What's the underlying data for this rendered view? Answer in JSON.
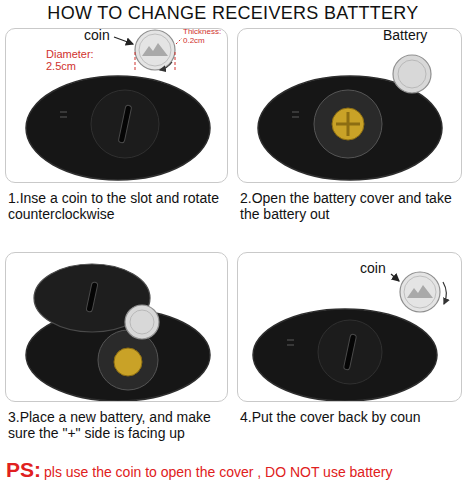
{
  "diagram": {
    "title": "HOW TO CHANGE RECEIVERS BATTTERY",
    "nodes": [
      {
        "text": [
          "1.Inse a coin to the slot and rotate counterclockwise"
        ]
      },
      {
        "text": [
          "2.Open the battery cover and take the battery out"
        ]
      },
      {
        "text": [
          "3.Place a new battery, and make sure the \"+\" side is facing up"
        ]
      },
      {
        "text": [
          "4.Put the cover back by coun"
        ]
      }
    ],
    "labels": [
      "coin",
      "Diameter: 2.5cm",
      "Thickness: 0.2cm",
      "Battery",
      "coin",
      "PS:",
      "pls use the coin to open the cover , DO NOT use battery"
    ]
  }
}
